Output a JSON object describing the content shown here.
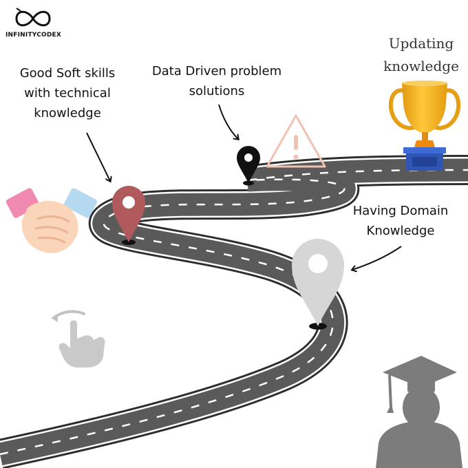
{
  "logo": {
    "text": "INFINITYCODEX",
    "icon": "infinity-logo-icon"
  },
  "milestones": [
    {
      "id": "soft-skills",
      "lines": [
        "Good Soft skills",
        "with technical",
        "knowledge"
      ],
      "pin_color": "#b05a5e",
      "icon": "handshake-icon"
    },
    {
      "id": "data-driven",
      "lines": [
        "Data Driven problem",
        "solutions"
      ],
      "pin_color": "#111111",
      "icon": "warning-icon"
    },
    {
      "id": "domain",
      "lines": [
        "Having Domain",
        "Knowledge"
      ],
      "pin_color": "#d6d6d6",
      "icon": "graduate-icon"
    },
    {
      "id": "updating",
      "lines": [
        "Updating",
        "knowledge"
      ],
      "icon": "trophy-icon"
    }
  ],
  "colors": {
    "road": "#5a5a5a",
    "road_edge": "#2e2e2e",
    "lane": "#ffffff",
    "trophy": "#f2b21f",
    "trophy_base": "#2f55b5",
    "warning": "#f0c2b2"
  }
}
